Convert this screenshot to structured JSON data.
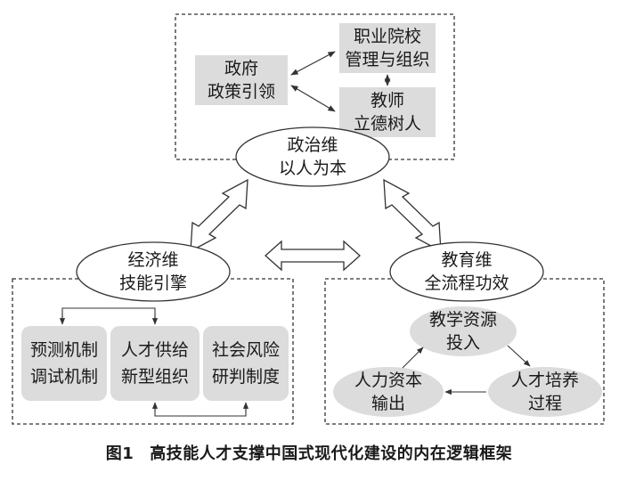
{
  "politics": {
    "ellipse": [
      "政治维",
      "以人为本"
    ],
    "government": [
      "政府",
      "政策引领"
    ],
    "college": [
      "职业院校",
      "管理与组织"
    ],
    "teacher": [
      "教师",
      "立德树人"
    ]
  },
  "economy": {
    "ellipse": [
      "经济维",
      "技能引擎"
    ],
    "forecast": [
      "预测机制",
      "调试机制"
    ],
    "talent": [
      "人才供给",
      "新型组织"
    ],
    "risk": [
      "社会风险",
      "研判制度"
    ]
  },
  "education": {
    "ellipse": [
      "教育维",
      "全流程功效"
    ],
    "resources": [
      "教学资源",
      "投入"
    ],
    "training": [
      "人才培养",
      "过程"
    ],
    "output": [
      "人力资本",
      "输出"
    ]
  },
  "caption": {
    "number": "图1",
    "title": "高技能人才支撑中国式现代化建设的内在逻辑框架"
  },
  "colors": {
    "box_fill": "#dcdcdc",
    "ellipse_fill": "#ffffff",
    "line": "#333333"
  }
}
